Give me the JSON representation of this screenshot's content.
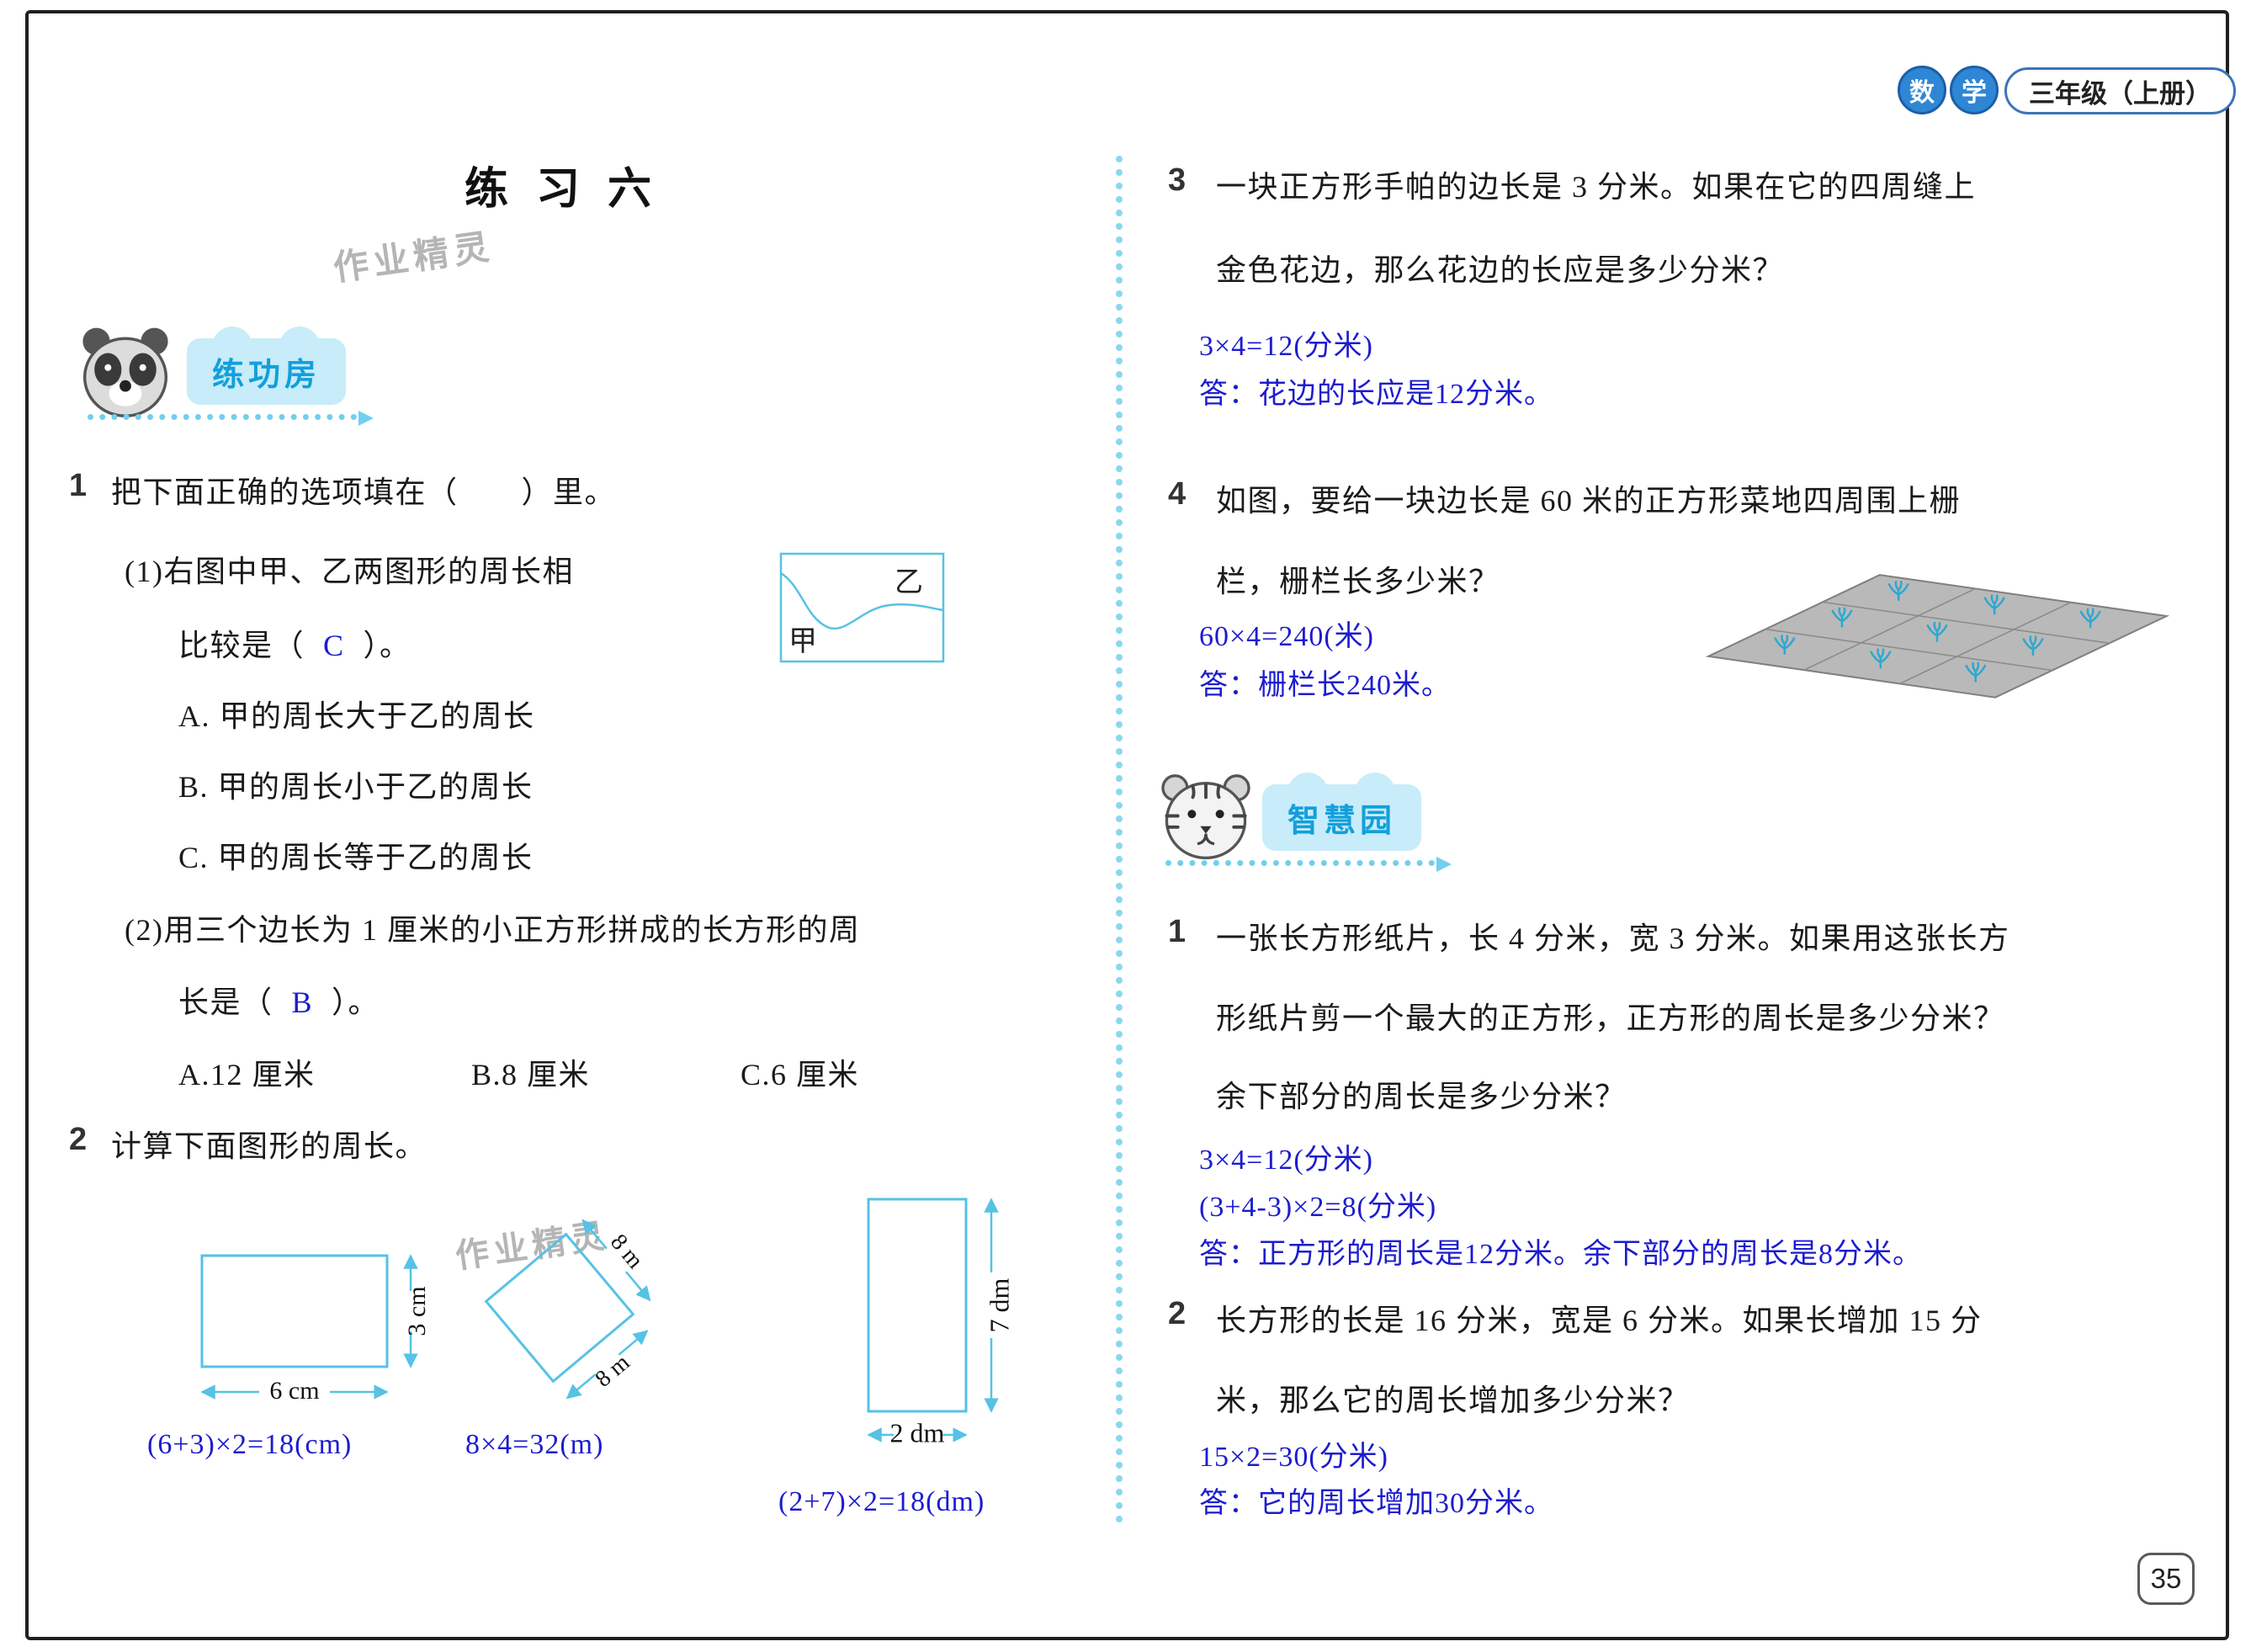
{
  "header": {
    "subject_badge_1": "数",
    "subject_badge_2": "学",
    "grade_label": "三年级（上册）"
  },
  "left": {
    "title": "练 习 六",
    "watermark": "作业精灵",
    "badge": "练功房",
    "q1": {
      "num": "1",
      "stem": "把下面正确的选项填在（　　）里。",
      "part1_line1": "(1)右图中甲、乙两图形的周长相",
      "part1_pre": "比较是（",
      "part1_answer": "C",
      "part1_post": "）。",
      "figure": {
        "label_top": "乙",
        "label_left": "甲"
      },
      "options": [
        "A. 甲的周长大于乙的周长",
        "B. 甲的周长小于乙的周长",
        "C. 甲的周长等于乙的周长"
      ],
      "part2_line1": "(2)用三个边长为 1 厘米的小正方形拼成的长方形的周",
      "part2_pre": "长是（",
      "part2_answer": "B",
      "part2_post": "）。",
      "options2": [
        "A.12 厘米",
        "B.8 厘米",
        "C.6 厘米"
      ]
    },
    "q2": {
      "num": "2",
      "stem": "计算下面图形的周长。",
      "fig_rect": {
        "width_label": "6 cm",
        "height_label": "3 cm",
        "answer": "(6+3)×2=18(cm)"
      },
      "fig_square": {
        "side_label_1": "8 m",
        "side_label_2": "8 m",
        "answer": "8×4=32(m)"
      },
      "fig_tall": {
        "height_label": "7 dm",
        "width_label": "2 dm",
        "answer": "(2+7)×2=18(dm)"
      }
    }
  },
  "right": {
    "q3": {
      "num": "3",
      "line1": "一块正方形手帕的边长是 3 分米。如果在它的四周缝上",
      "line2": "金色花边，那么花边的长应是多少分米？",
      "work": "3×4=12(分米)",
      "answer": "答：花边的长应是12分米。"
    },
    "q4": {
      "num": "4",
      "line1": "如图，要给一块边长是 60 米的正方形菜地四周围上栅",
      "line2": "栏，栅栏长多少米？",
      "work": "60×4=240(米)",
      "answer": "答：栅栏长240米。"
    },
    "badge": "智慧园",
    "w1": {
      "num": "1",
      "line1": "一张长方形纸片，长 4 分米，宽 3 分米。如果用这张长方",
      "line2": "形纸片剪一个最大的正方形，正方形的周长是多少分米？",
      "line3": "余下部分的周长是多少分米？",
      "work1": "3×4=12(分米)",
      "work2": "(3+4-3)×2=8(分米)",
      "answer": "答：正方形的周长是12分米。余下部分的周长是8分米。"
    },
    "w2": {
      "num": "2",
      "line1": "长方形的长是 16 分米，宽是 6 分米。如果长增加 15 分",
      "line2": "米，那么它的周长增加多少分米？",
      "work": "15×2=30(分米)",
      "answer": "答：它的周长增加30分米。"
    }
  },
  "footer": {
    "page_number": "35"
  },
  "colors": {
    "answer_blue": "#1c1ccf",
    "figure_cyan": "#56c2e4",
    "badge_bg": "#c8ecf9",
    "badge_text": "#12a0dc",
    "field_gray": "#b9b9b9"
  }
}
